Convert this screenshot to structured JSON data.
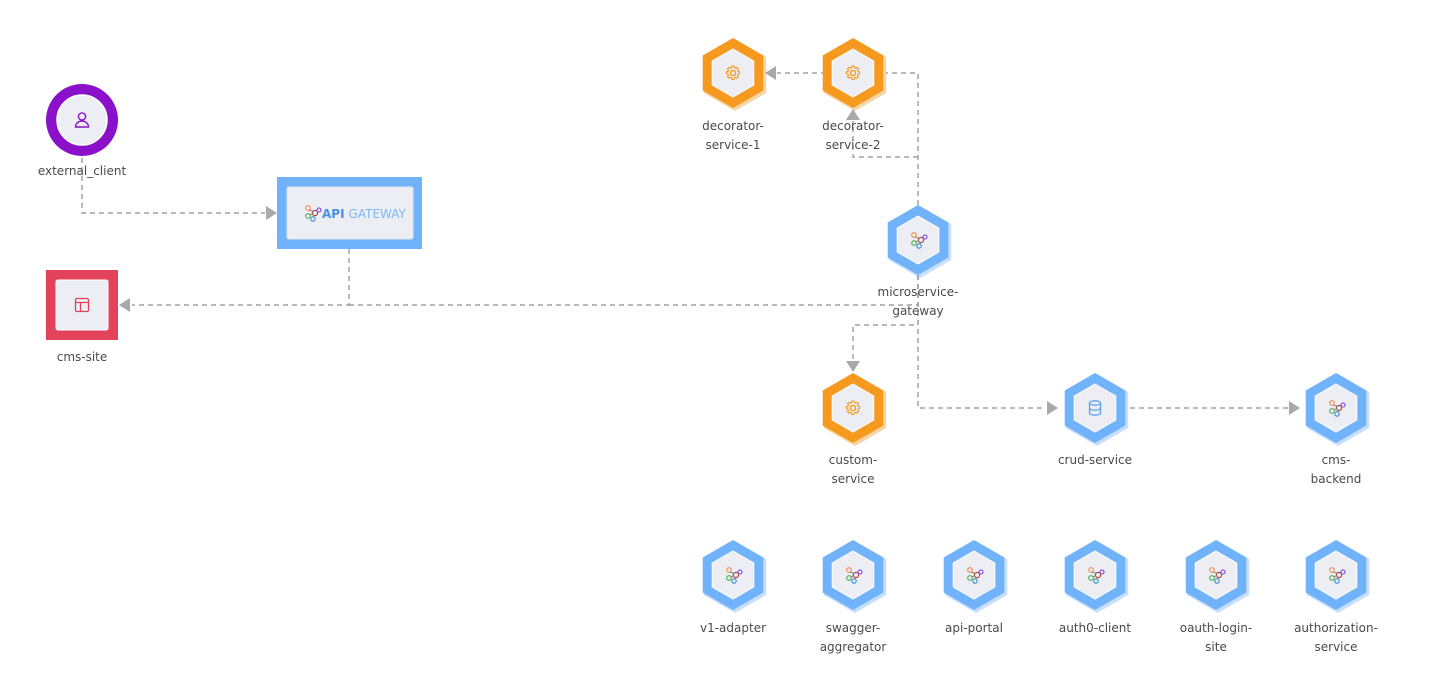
{
  "colors": {
    "service_hex": "#f59a1f",
    "service_hex_dark": "#e58600",
    "microservice_hex": "#70b3fb",
    "microservice_hex_dark": "#5ea2f0",
    "client_ring": "#8a10c9",
    "site_box": "#e2435b",
    "gateway_box": "#70b3fb",
    "inner_fill": "#eceef4",
    "edge": "#8e8e8e"
  },
  "gateway": {
    "brand": "API",
    "text": "GATEWAY"
  },
  "nodes": {
    "external_client": {
      "label_lines": [
        "external_client"
      ],
      "icon": "user-icon"
    },
    "cms_site": {
      "label_lines": [
        "cms-site"
      ],
      "icon": "layout-icon"
    },
    "decorator_service_1": {
      "label_lines": [
        "decorator-",
        "service-1"
      ],
      "icon": "gear-icon"
    },
    "decorator_service_2": {
      "label_lines": [
        "decorator-",
        "service-2"
      ],
      "icon": "gear-icon"
    },
    "microservice_gateway": {
      "label_lines": [
        "microservice-",
        "gateway"
      ],
      "icon": "molecule-icon"
    },
    "custom_service": {
      "label_lines": [
        "custom-",
        "service"
      ],
      "icon": "gear-icon"
    },
    "crud_service": {
      "label_lines": [
        "crud-service"
      ],
      "icon": "database-icon"
    },
    "cms_backend": {
      "label_lines": [
        "cms-",
        "backend"
      ],
      "icon": "molecule-icon"
    },
    "v1_adapter": {
      "label_lines": [
        "v1-adapter"
      ],
      "icon": "molecule-icon"
    },
    "swagger_aggregator": {
      "label_lines": [
        "swagger-",
        "aggregator"
      ],
      "icon": "molecule-icon"
    },
    "api_portal": {
      "label_lines": [
        "api-portal"
      ],
      "icon": "molecule-icon"
    },
    "auth0_client": {
      "label_lines": [
        "auth0-client"
      ],
      "icon": "molecule-icon"
    },
    "oauth_login_site": {
      "label_lines": [
        "oauth-login-",
        "site"
      ],
      "icon": "molecule-icon"
    },
    "authorization_service": {
      "label_lines": [
        "authorization-",
        "service"
      ],
      "icon": "molecule-icon"
    }
  },
  "edges": [
    {
      "from": "external_client",
      "to": "api_gateway"
    },
    {
      "from": "api_gateway",
      "to": "cms_site"
    },
    {
      "from": "microservice_gateway",
      "to": "cms_site"
    },
    {
      "from": "decorator_service_2",
      "to": "decorator_service_1"
    },
    {
      "from": "microservice_gateway",
      "to": "decorator_service_2"
    },
    {
      "from": "microservice_gateway",
      "to": "custom_service"
    },
    {
      "from": "microservice_gateway",
      "to": "crud_service"
    },
    {
      "from": "crud_service",
      "to": "cms_backend"
    }
  ]
}
